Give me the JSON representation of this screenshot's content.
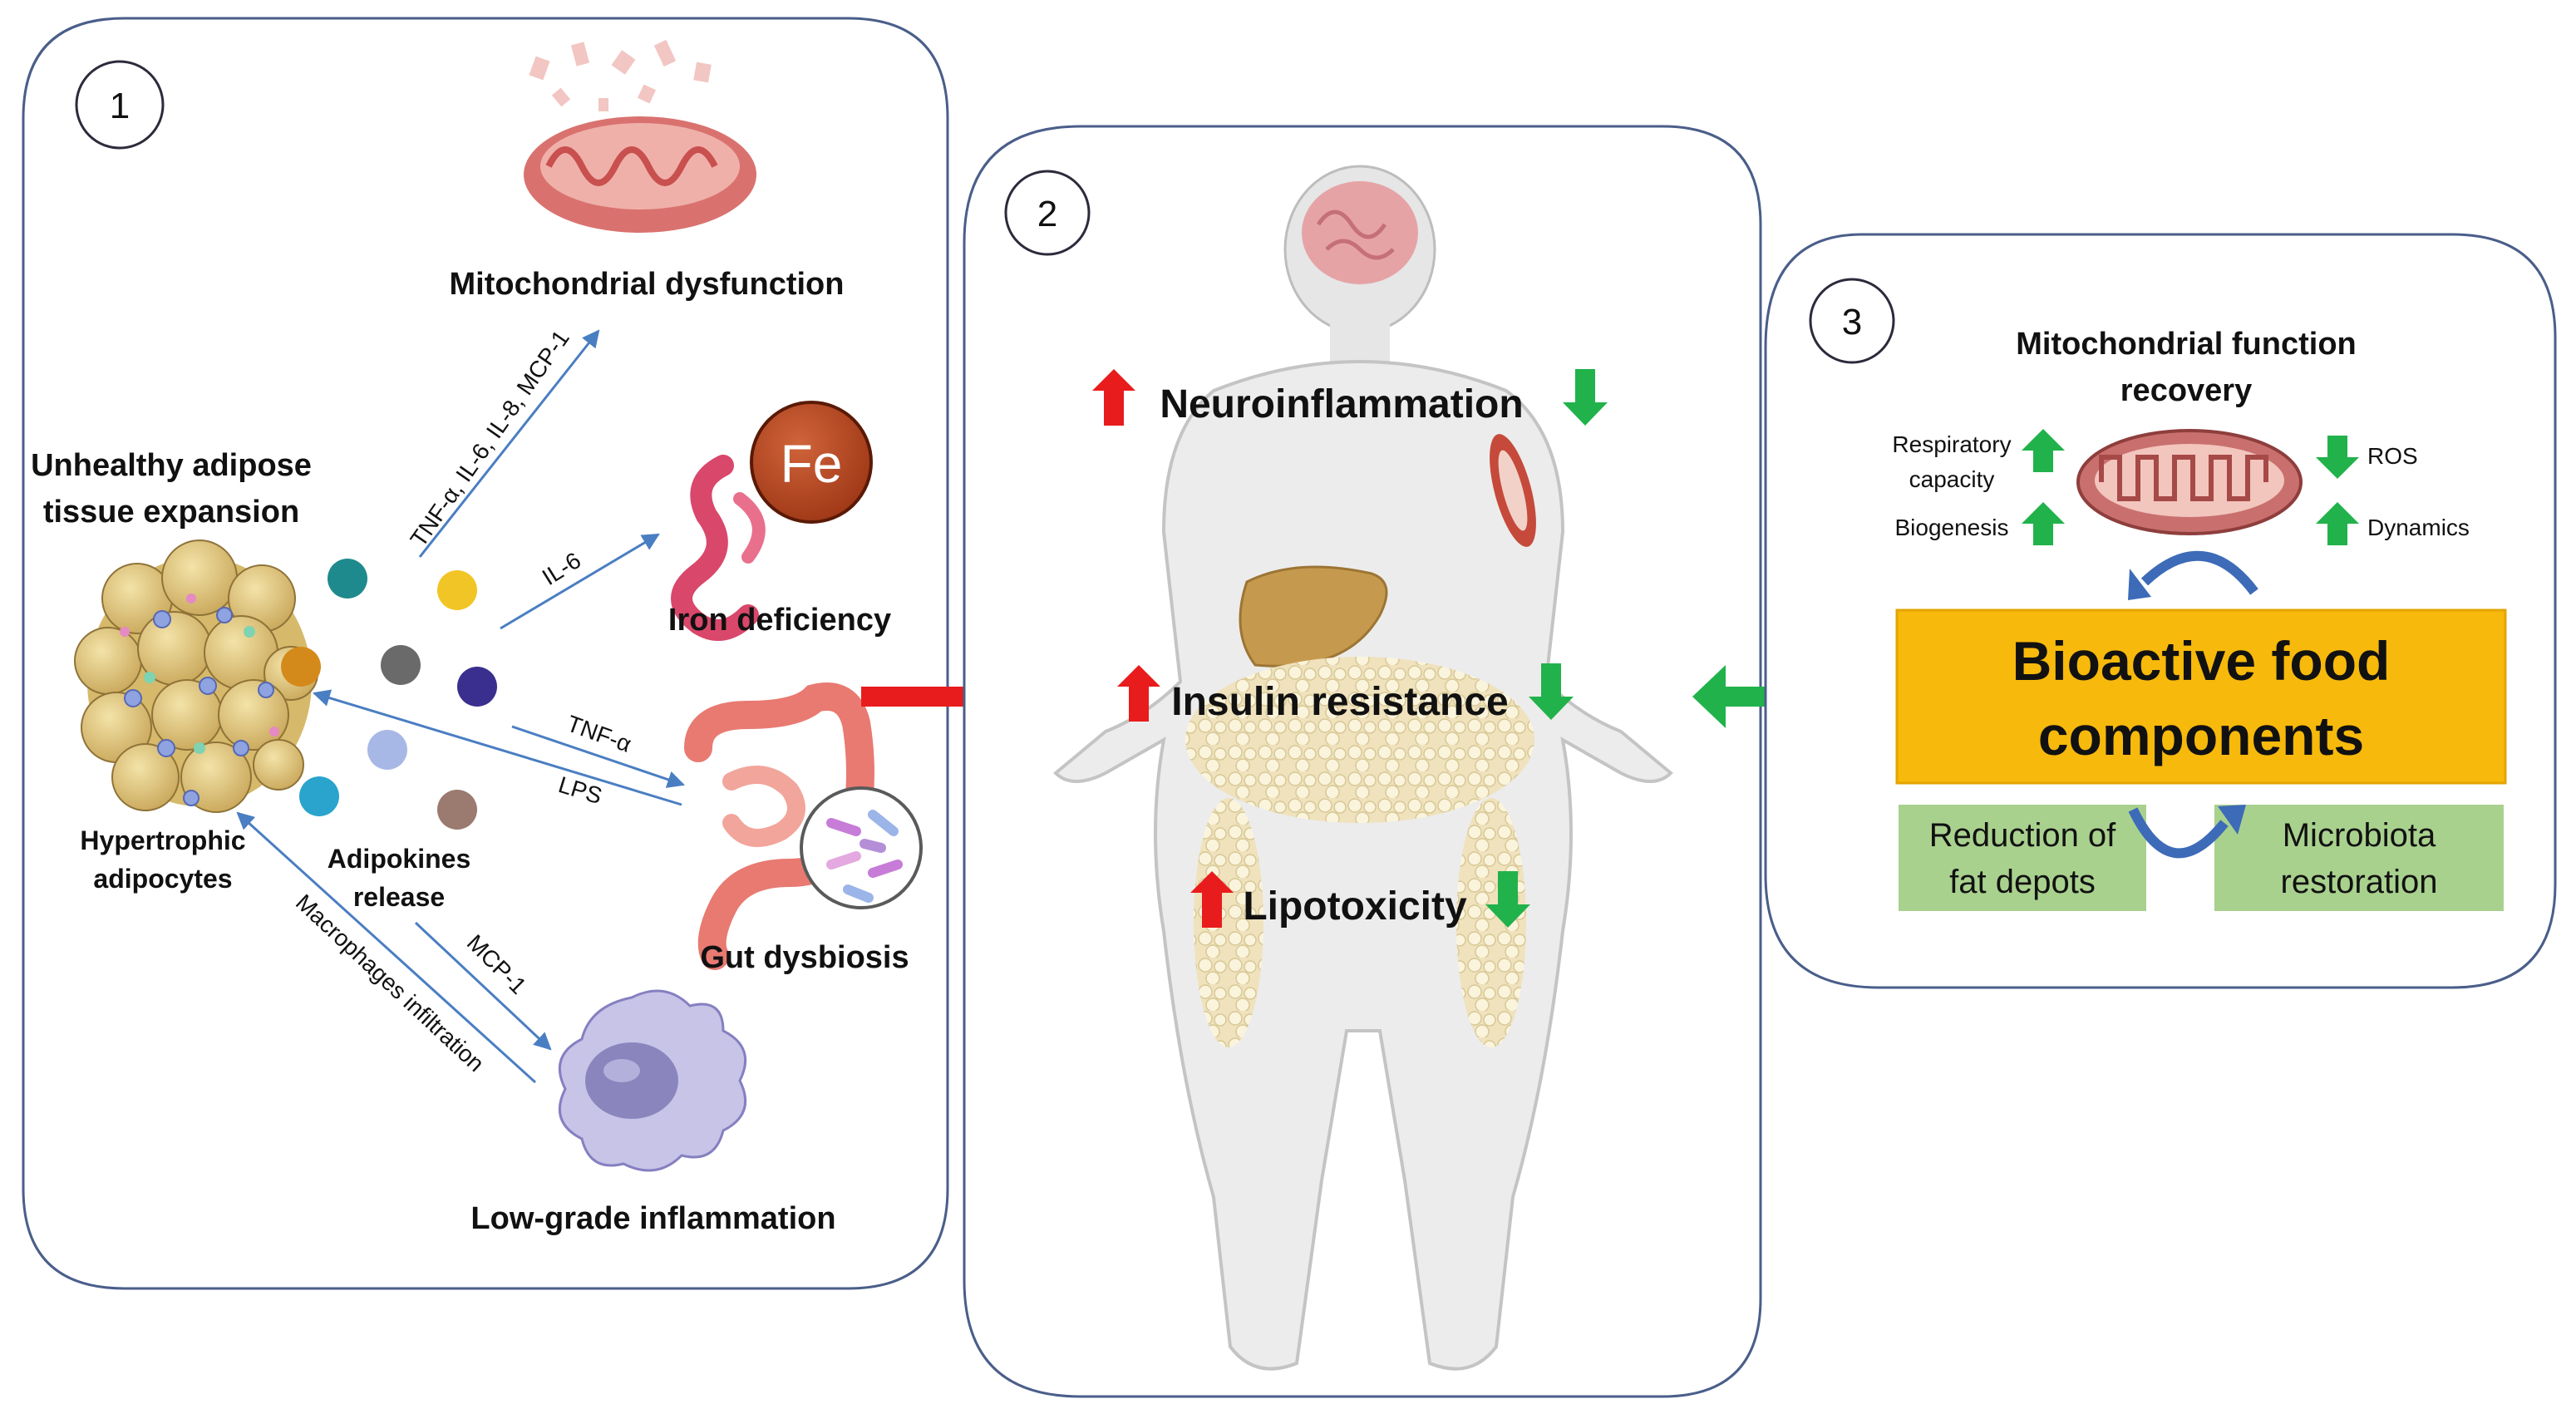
{
  "panel1": {
    "number": "1",
    "title_line1": "Unhealthy adipose",
    "title_line2": "tissue expansion",
    "adipocytes_line1": "Hypertrophic",
    "adipocytes_line2": "adipocytes",
    "adipokines_line1": "Adipokines",
    "adipokines_line2": "release",
    "mito_label": "Mitochondrial dysfunction",
    "iron_label": "Iron deficiency",
    "iron_symbol": "Fe",
    "gut_label": "Gut dysbiosis",
    "inflammation_label": "Low-grade inflammation",
    "arrow_mito": "TNF-α, IL-6, IL-8, MCP-1",
    "arrow_iron": "IL-6",
    "arrow_gut_tnf": "TNF-α",
    "arrow_gut_lps": "LPS",
    "arrow_mcp": "MCP-1",
    "arrow_macrophages": "Macrophages infiltration"
  },
  "panel2": {
    "number": "2",
    "effects": [
      "Neuroinflammation",
      "Insulin resistance",
      "Lipotoxicity"
    ]
  },
  "panel3": {
    "number": "3",
    "title_line1": "Mitochondrial function",
    "title_line2": "recovery",
    "resp_line1": "Respiratory",
    "resp_line2": "capacity",
    "biogenesis": "Biogenesis",
    "ros": "ROS",
    "dynamics": "Dynamics",
    "bioactive_line1": "Bioactive food",
    "bioactive_line2": "components",
    "reduction_line1": "Reduction of",
    "reduction_line2": "fat depots",
    "microbiota_line1": "Microbiota",
    "microbiota_line2": "restoration"
  },
  "colors": {
    "panel_border": "#4a5e8a",
    "arrow_up": "#e81c1c",
    "arrow_down": "#21b24b",
    "bioactive_box": "#f7b90b",
    "green_box": "#a9d18e",
    "blue_arrow": "#4a7ec2"
  }
}
